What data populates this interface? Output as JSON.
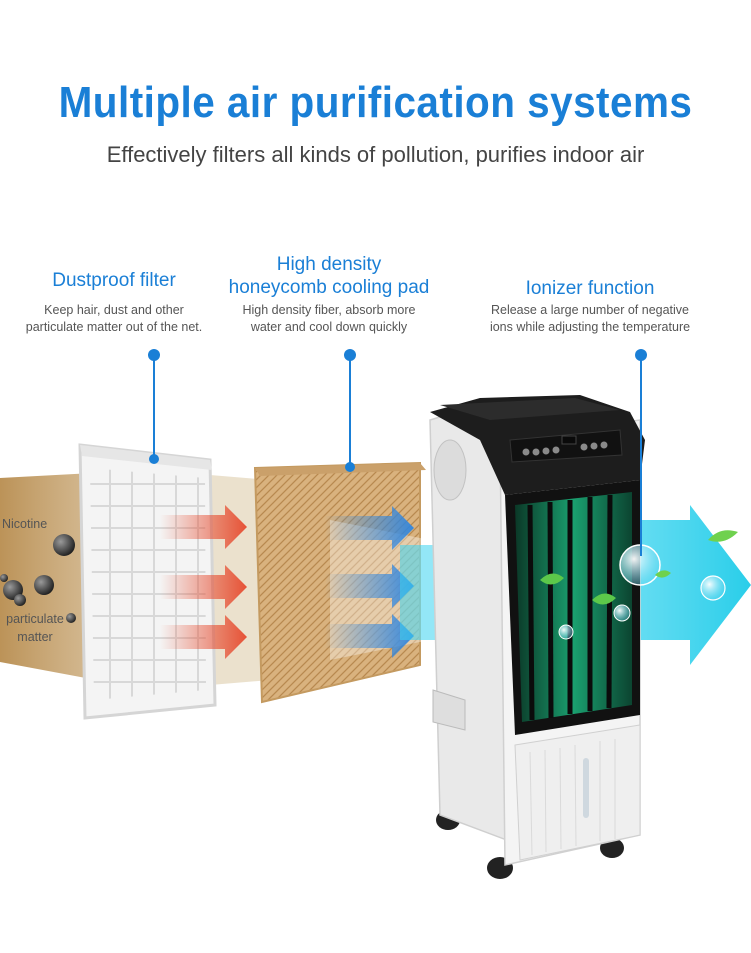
{
  "header": {
    "title": "Multiple air purification systems",
    "subtitle": "Effectively filters all kinds of pollution, purifies indoor air"
  },
  "features": [
    {
      "title": "Dustproof filter",
      "desc_line1": "Keep hair, dust and other",
      "desc_line2": "particulate matter out of the net."
    },
    {
      "title_line1": "High density",
      "title_line2": "honeycomb cooling pad",
      "desc_line1": "High density fiber, absorb more",
      "desc_line2": "water and cool down quickly"
    },
    {
      "title": "Ionizer function",
      "desc_line1": "Release a large number of negative",
      "desc_line2": "ions while adjusting the temperature"
    }
  ],
  "labels": {
    "nicotine": "Nicotine",
    "particulate_line1": "particulate",
    "particulate_line2": "matter"
  },
  "colors": {
    "accent": "#1a7fd6",
    "pollution": "#c8a672",
    "clean_air": "#33d0f0",
    "heat_arrow": "#e64a2e",
    "cool_arrow": "#2f86e0"
  }
}
